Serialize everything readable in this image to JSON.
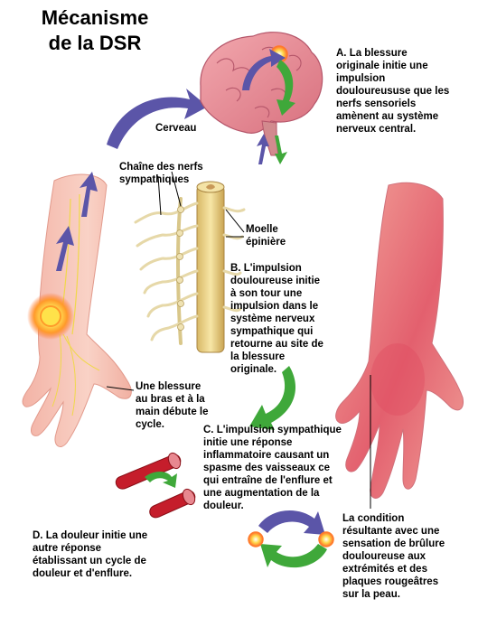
{
  "title": "Mécanisme\nde la DSR",
  "labels": {
    "brain": "Cerveau",
    "sympathetic_chain": "Chaîne des nerfs\nsympathiques",
    "spinal_cord": "Moelle\népinière",
    "injury": "Une blessure\nau bras et à la\nmain débute le\ncycle."
  },
  "steps": {
    "a": "A.  La blessure\noriginale initie une\nimpulsion\ndouloureususe que les\nnerfs sensoriels\namènent au système\nnerveux central.",
    "b": "B.  L'impulsion\ndouloureuse initie\nà son tour une\nimpulsion dans  le\nsystème nerveux\nsympathique qui\nretourne au site de\nla blessure\noriginale.",
    "c": "C. L'impulsion sympathique\ninitie une réponse\ninflammatoire causant un\nspasme des vaisseaux ce\nqui entraîne de l'enflure et\nune augmentation de la\ndouleur.",
    "d": "D.  La douleur initie une\nautre réponse\nétablissant un cycle de\ndouleur et d'enflure.",
    "result": "La condition\nrésultante avec une\nsensation de brûlure\ndouloureuse aux\nextrémités et des\nplaques rougeâtres\nsur la peau."
  },
  "colors": {
    "skin": "#f6c4b8",
    "skin_red": "#e35a6a",
    "brain": "#e8909a",
    "arrow_purple": "#5b55a8",
    "arrow_green": "#3fa83a",
    "vessel": "#c51d2b",
    "spine": "#e9d08a",
    "pain_glow": "#ffd84a"
  }
}
